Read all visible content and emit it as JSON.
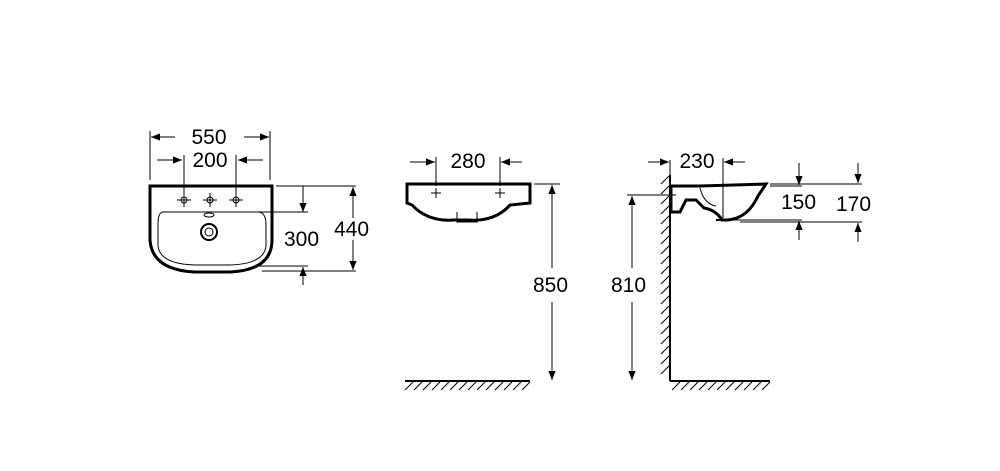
{
  "dimensions": {
    "top_view": {
      "overall_width": "550",
      "tap_spacing": "200",
      "bowl_depth": "300",
      "overall_depth": "440"
    },
    "front_view": {
      "mount_spacing": "280",
      "rim_height": "850"
    },
    "side_view": {
      "wall_offset": "230",
      "bowl_height": "150",
      "total_height": "170",
      "bracket_height": "810"
    }
  }
}
